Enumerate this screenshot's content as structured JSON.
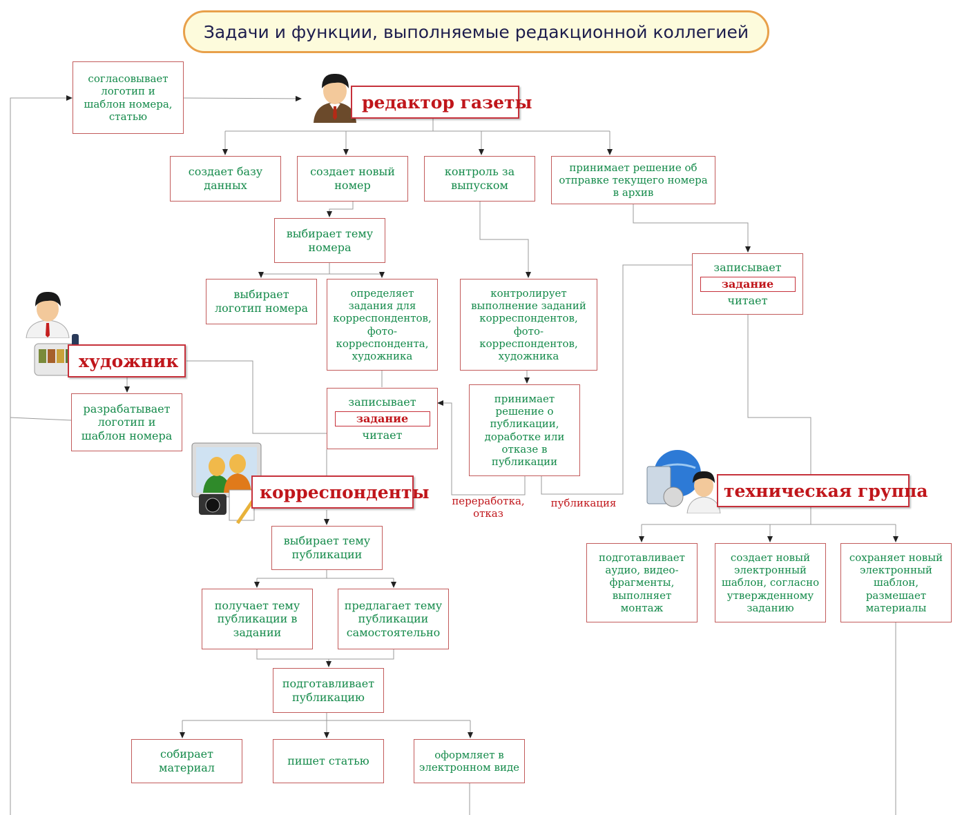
{
  "title": "Задачи и функции, выполняемые редакционной коллегией",
  "roles": {
    "editor": "редактор газеты",
    "artist": "художник",
    "correspondents": "корреспонденты",
    "tech": "техническая группа"
  },
  "nodes": {
    "agrees_logo": "согласовывает\nлоготип и\nшаблон  номера,\nстатью",
    "creates_db": "создает базу\nданных",
    "creates_issue": "создает новый\nномер",
    "control_release": "контроль за\nвыпуском",
    "archive_decision": "принимает решение об\nотправке текущего номера\nв архив",
    "choose_issue_theme": "выбирает тему\nномера",
    "choose_logo": "выбирает\nлоготип номера",
    "define_tasks": "определяет\nзадания для\nкорреспондентов,\nфото-\nкорреспондента,\nхудожника",
    "control_tasks": "контролирует\nвыполнение заданий\nкорреспондентов,\nфото-\nкорреспондентов,\nхудожника",
    "pub_decision": "принимает\nрешение о\nпубликации,\nдоработке или\nотказе в\nпубликации",
    "develops_logo": "разрабатывает\nлоготип и\nшаблон  номера",
    "choose_pub_theme": "выбирает тему\nпубликации",
    "gets_theme": "получает тему\nпубликации в\nзадании",
    "proposes_theme": "предлагает тему\nпубликации\nсамостоятельно",
    "prepares_pub": "подготавливает\nпубликацию",
    "collects": "собирает\nматериал",
    "writes": "пишет статью",
    "formats": "оформляет в\nэлектронном виде",
    "prepares_av": "подготавливает\nаудио, видео-\nфрагменты,\nвыполняет\nмонтаж",
    "creates_template": "создает новый\nэлектронный\nшаблон, согласно\nутвержденному\nзаданию",
    "saves_template": "сохраняет новый\nэлектронный\nшаблон,\nразмешает\nматериалы"
  },
  "task_box_center": {
    "top": "записывает",
    "task": "задание",
    "bottom": "читает"
  },
  "task_box_right": {
    "top": "записывает",
    "task": "задание",
    "bottom": "читает"
  },
  "edge_labels": {
    "rework": "переработка,\nотказ",
    "publication": "публикация"
  },
  "colors": {
    "box_border": "#c25a5a",
    "box_text": "#148a4a",
    "role_text": "#c0161b",
    "title_border": "#e8a04a",
    "title_fill": "#fdfbdc"
  }
}
